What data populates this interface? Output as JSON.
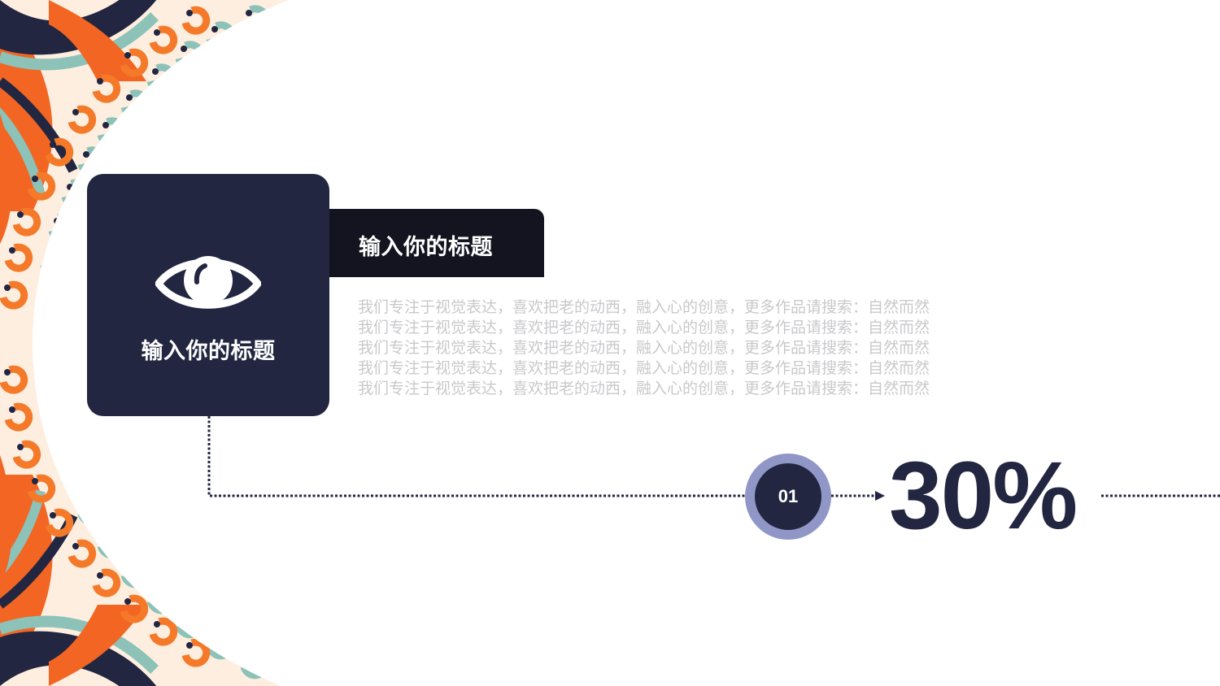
{
  "slide": {
    "background": "#ffffff",
    "colors": {
      "navy": "#232641",
      "title_bar": "#13141f",
      "orange": "#f26522",
      "teal": "#8cc2b8",
      "cream": "#fdeee0",
      "badge_ring": "#9097c7",
      "desc_text": "#c9c9cc"
    }
  },
  "card": {
    "icon": "eye-icon",
    "title": "输入你的标题"
  },
  "header": {
    "title": "输入你的标题"
  },
  "description": {
    "lines": [
      "我们专注于视觉表达，喜欢把老的动西，融入心的创意，更多作品请搜索：自然而然",
      "我们专注于视觉表达，喜欢把老的动西，融入心的创意，更多作品请搜索：自然而然",
      "我们专注于视觉表达，喜欢把老的动西，融入心的创意，更多作品请搜索：自然而然",
      "我们专注于视觉表达，喜欢把老的动西，融入心的创意，更多作品请搜索：自然而然",
      "我们专注于视觉表达，喜欢把老的动西，融入心的创意，更多作品请搜索：自然而然"
    ]
  },
  "step": {
    "number": "01",
    "value": "30%"
  }
}
